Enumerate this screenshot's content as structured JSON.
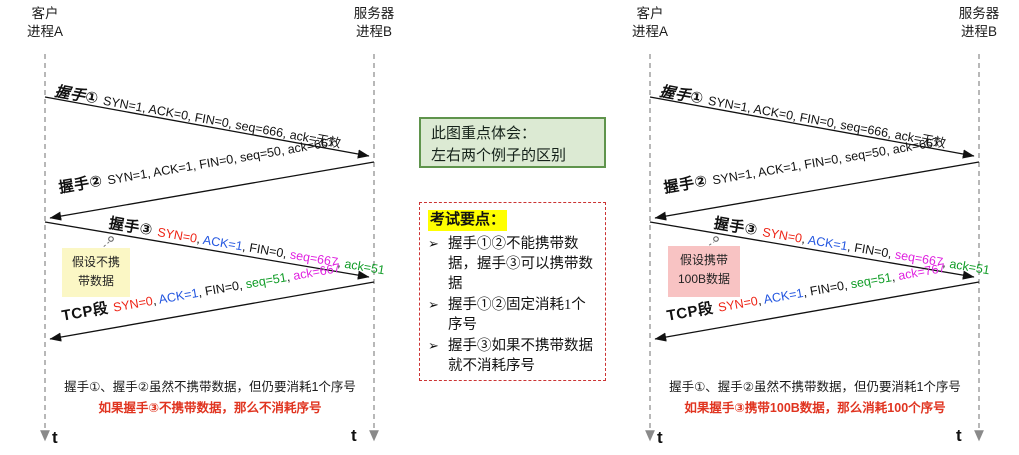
{
  "colors": {
    "syn_red": "#ee2416",
    "ack_blue": "#2356e0",
    "seq_magenta": "#df1fdf",
    "ack_green": "#0f9c26",
    "footnote_red": "#e03420",
    "focus_box_bg": "#dcead3",
    "focus_box_border": "#5f944c",
    "exam_box_border": "#cc3333",
    "exam_title_highlight": "#ffff00",
    "note_yellow_bg": "#fbf7c5",
    "note_pink_bg": "#f8c3c3"
  },
  "mid": {
    "focus_line1": "此图重点体会：",
    "focus_line2": "左右两个例子的区别",
    "exam_title": "考试要点：",
    "bullet_glyph": "➢",
    "bullets": [
      "握手①②不能携带数据，握手③可以携带数据",
      "握手①②固定消耗1个序号",
      "握手③如果不携带数据就不消耗序号"
    ]
  },
  "diagrams": [
    {
      "client_line1": "客户",
      "client_line2": "进程A",
      "server_line1": "服务器",
      "server_line2": "进程B",
      "arrows": [
        {
          "label": "握手①",
          "parts": [
            {
              "t": "SYN=1, ACK=0, FIN=0, seq=666, ack=无效",
              "c": "k"
            }
          ]
        },
        {
          "label": "握手②",
          "parts": [
            {
              "t": "SYN=1, ACK=1, FIN=0, seq=50, ack=667",
              "c": "k"
            }
          ]
        },
        {
          "label": "握手③",
          "parts": [
            {
              "t": "SYN=0",
              "c": "red"
            },
            {
              "t": ", ",
              "c": "k"
            },
            {
              "t": "ACK=1",
              "c": "blue"
            },
            {
              "t": ", FIN=0, ",
              "c": "k"
            },
            {
              "t": "seq=667",
              "c": "mag"
            },
            {
              "t": ", ",
              "c": "k"
            },
            {
              "t": "ack=51",
              "c": "grn"
            }
          ]
        },
        {
          "label": "TCP段",
          "parts": [
            {
              "t": "SYN=0",
              "c": "red"
            },
            {
              "t": ", ",
              "c": "k"
            },
            {
              "t": "ACK=1",
              "c": "blue"
            },
            {
              "t": ", FIN=0, ",
              "c": "k"
            },
            {
              "t": "seq=51",
              "c": "grn"
            },
            {
              "t": ", ",
              "c": "k"
            },
            {
              "t": "ack=667",
              "c": "mag"
            }
          ]
        }
      ],
      "note_line1": "假设不携",
      "note_line2": "带数据",
      "footnote_black": "握手①、握手②虽然不携带数据，但仍要消耗1个序号",
      "footnote_red": "如果握手③不携带数据，那么不消耗序号",
      "t_label": "t"
    },
    {
      "client_line1": "客户",
      "client_line2": "进程A",
      "server_line1": "服务器",
      "server_line2": "进程B",
      "arrows": [
        {
          "label": "握手①",
          "parts": [
            {
              "t": "SYN=1, ACK=0, FIN=0, seq=666, ack=无效",
              "c": "k"
            }
          ]
        },
        {
          "label": "握手②",
          "parts": [
            {
              "t": "SYN=1, ACK=1, FIN=0, seq=50, ack=667",
              "c": "k"
            }
          ]
        },
        {
          "label": "握手③",
          "parts": [
            {
              "t": "SYN=0",
              "c": "red"
            },
            {
              "t": ", ",
              "c": "k"
            },
            {
              "t": "ACK=1",
              "c": "blue"
            },
            {
              "t": ", FIN=0, ",
              "c": "k"
            },
            {
              "t": "seq=667",
              "c": "mag"
            },
            {
              "t": ", ",
              "c": "k"
            },
            {
              "t": "ack=51",
              "c": "grn"
            }
          ]
        },
        {
          "label": "TCP段",
          "parts": [
            {
              "t": "SYN=0",
              "c": "red"
            },
            {
              "t": ", ",
              "c": "k"
            },
            {
              "t": "ACK=1",
              "c": "blue"
            },
            {
              "t": ", FIN=0, ",
              "c": "k"
            },
            {
              "t": "seq=51",
              "c": "grn"
            },
            {
              "t": ", ",
              "c": "k"
            },
            {
              "t": "ack=767",
              "c": "mag"
            }
          ]
        }
      ],
      "note_line1": "假设携带",
      "note_line2": "100B数据",
      "footnote_black": "握手①、握手②虽然不携带数据，但仍要消耗1个序号",
      "footnote_red": "如果握手③携带100B数据，那么消耗100个序号",
      "t_label": "t"
    }
  ]
}
